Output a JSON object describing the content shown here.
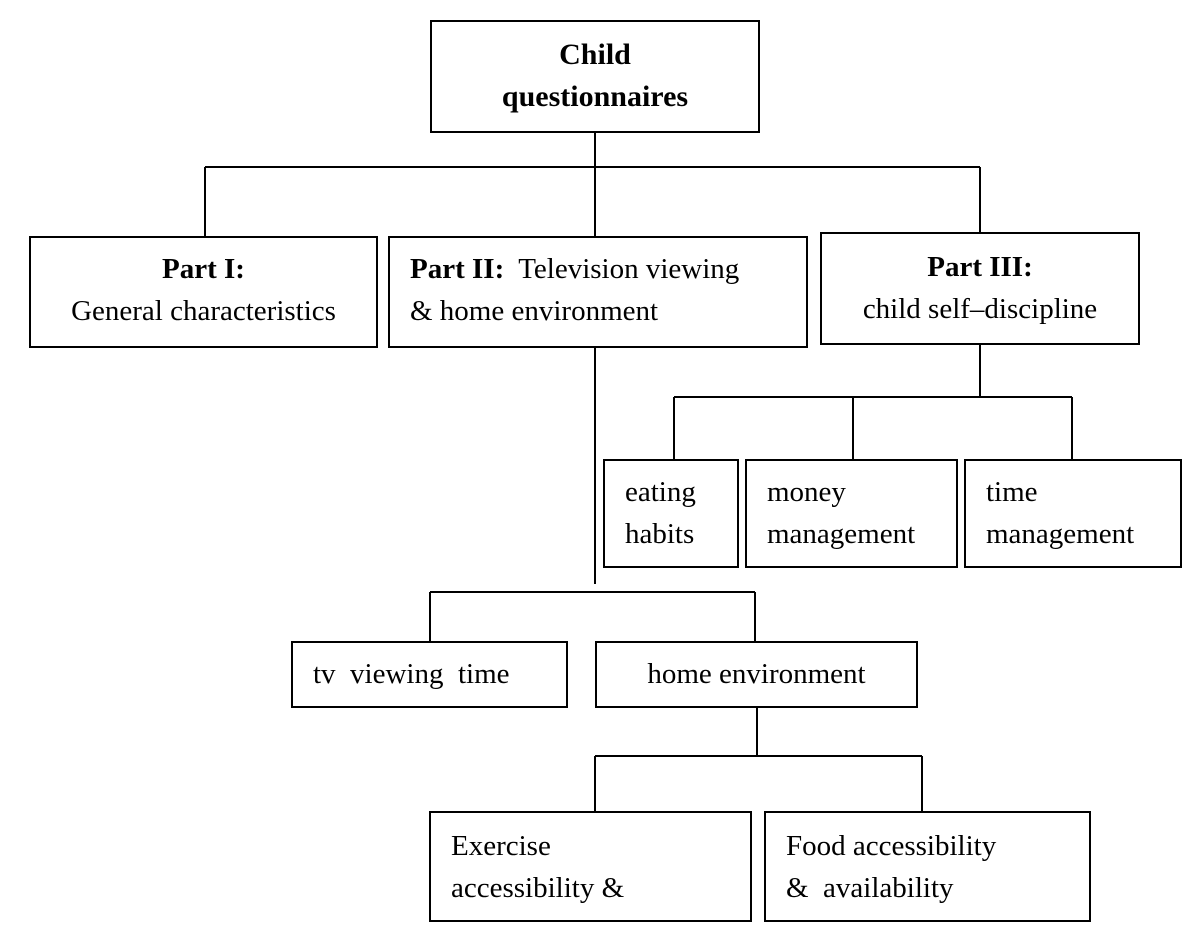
{
  "root": {
    "line1": "Child",
    "line2": "questionnaires"
  },
  "part1": {
    "title": "Part I:",
    "subtitle": "General characteristics"
  },
  "part2": {
    "title": "Part II:",
    "title_rest": "Television viewing",
    "line2": "& home environment"
  },
  "part3": {
    "title": "Part III:",
    "subtitle": "child self–discipline"
  },
  "eating": {
    "line1": "eating",
    "line2": "habits"
  },
  "money": {
    "line1": "money",
    "line2": "management"
  },
  "time": {
    "line1": "time",
    "line2": "management"
  },
  "tv": {
    "label": "tv  viewing  time"
  },
  "home": {
    "label": "home environment"
  },
  "exercise": {
    "line1": "Exercise",
    "line2": "accessibility &"
  },
  "food": {
    "line1": "Food accessibility",
    "line2": "&  availability"
  }
}
